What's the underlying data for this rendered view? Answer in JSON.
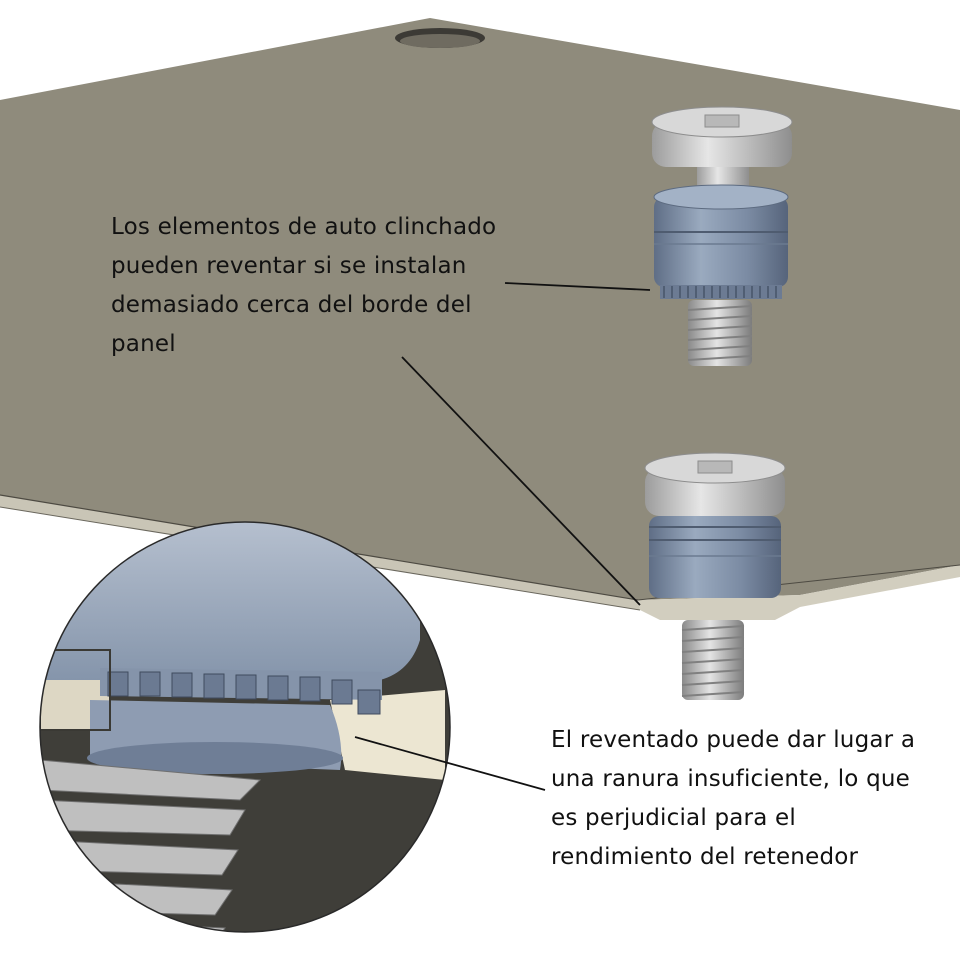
{
  "callouts": {
    "top": {
      "lines": [
        "Los elementos de auto clinchado",
        "pueden reventar si se instalan",
        "demasiado cerca del borde del",
        "panel"
      ]
    },
    "bottom": {
      "lines": [
        "El reventado puede dar lugar a",
        "una ranura insuficiente, lo que",
        "es perjudicial para el",
        "rendimiento del retenedor"
      ]
    }
  },
  "colors": {
    "panel_top": "#8f8b7c",
    "panel_edge": "#cfcbbd",
    "fastener_blue": "#7f8fa6",
    "fastener_gray": "#cfcfcf",
    "background": "#ffffff"
  }
}
